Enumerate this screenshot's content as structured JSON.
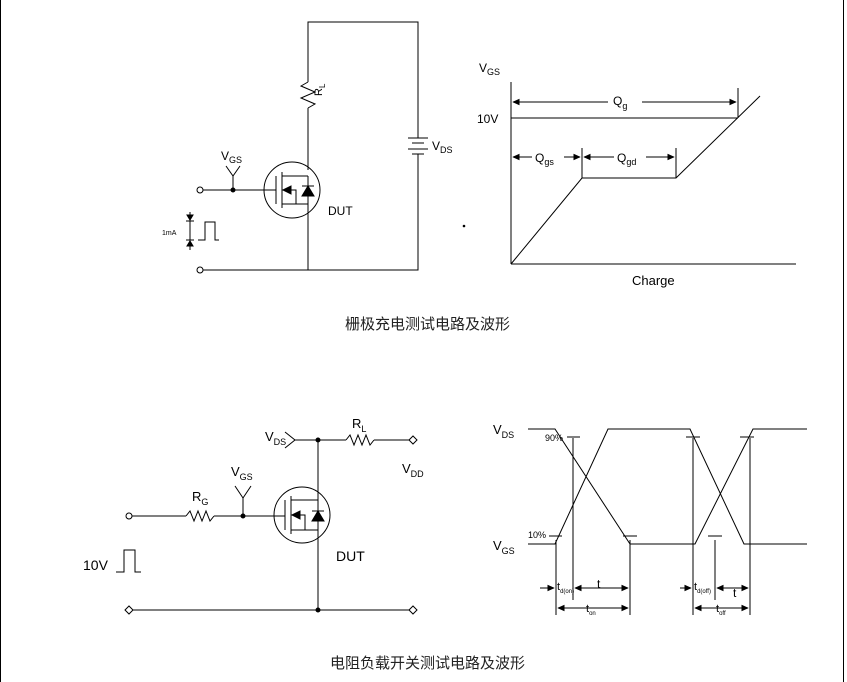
{
  "gate_charge": {
    "circuit": {
      "vgs": "V",
      "vgs_sub": "GS",
      "rl": "R",
      "rl_sub": "L",
      "vds": "V",
      "vds_sub": "DS",
      "dut": "DUT",
      "current": "1mA"
    },
    "waveform": {
      "vgs": "V",
      "vgs_sub": "GS",
      "v10": "10V",
      "qg": "Q",
      "qg_sub": "g",
      "qgs": "Q",
      "qgs_sub": "gs",
      "qgd": "Q",
      "qgd_sub": "gd",
      "xlabel": "Charge"
    },
    "caption": "栅极充电测试电路及波形"
  },
  "switching": {
    "circuit": {
      "vds": "V",
      "vds_sub": "DS",
      "rl": "R",
      "rl_sub": "L",
      "vdd": "V",
      "vdd_sub": "DD",
      "vgs": "V",
      "vgs_sub": "GS",
      "rg": "R",
      "rg_sub": "G",
      "dut": "DUT",
      "pulse": "10V"
    },
    "waveform": {
      "vds": "V",
      "vds_sub": "DS",
      "vgs": "V",
      "vgs_sub": "GS",
      "p90": "90%",
      "p10": "10%",
      "tdon": "t",
      "tdon_sub": "d(on)",
      "tr": "t",
      "ton": "t",
      "ton_sub": "on",
      "tdoff": "t",
      "tdoff_sub": "d(off)",
      "tf": "t",
      "toff": "t",
      "toff_sub": "off"
    },
    "caption": "电阻负载开关测试电路及波形"
  }
}
